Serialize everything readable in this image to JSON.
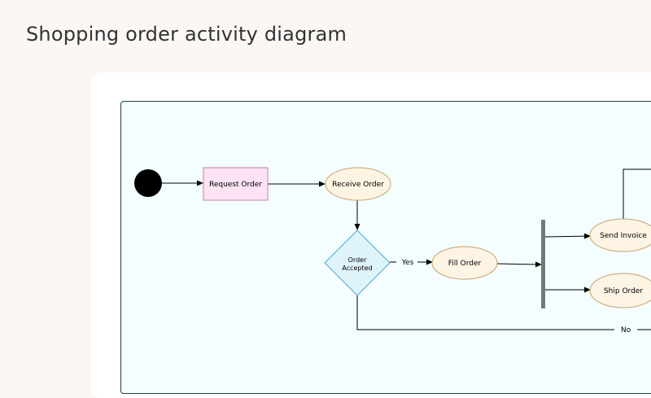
{
  "page": {
    "title": "Shopping order activity diagram"
  },
  "diagram": {
    "nodes": {
      "request_order": "Request Order",
      "receive_order": "Receive Order",
      "decision_line1": "Order",
      "decision_line2": "Accepted",
      "fill_order": "Fill Order",
      "send_invoice": "Send Invoice",
      "ship_order": "Ship Order"
    },
    "edges": {
      "yes": "Yes",
      "no": "No"
    }
  },
  "colors": {
    "action_pink": "#fde3f3",
    "action_pink_border": "#c77bb0",
    "ellipse_fill": "#fdf4e4",
    "ellipse_border": "#c8a06a",
    "decision_fill": "#dff3fb",
    "decision_border": "#4aa8d8",
    "fork_bar": "#6d7b74",
    "canvas_border": "#1e4640"
  }
}
